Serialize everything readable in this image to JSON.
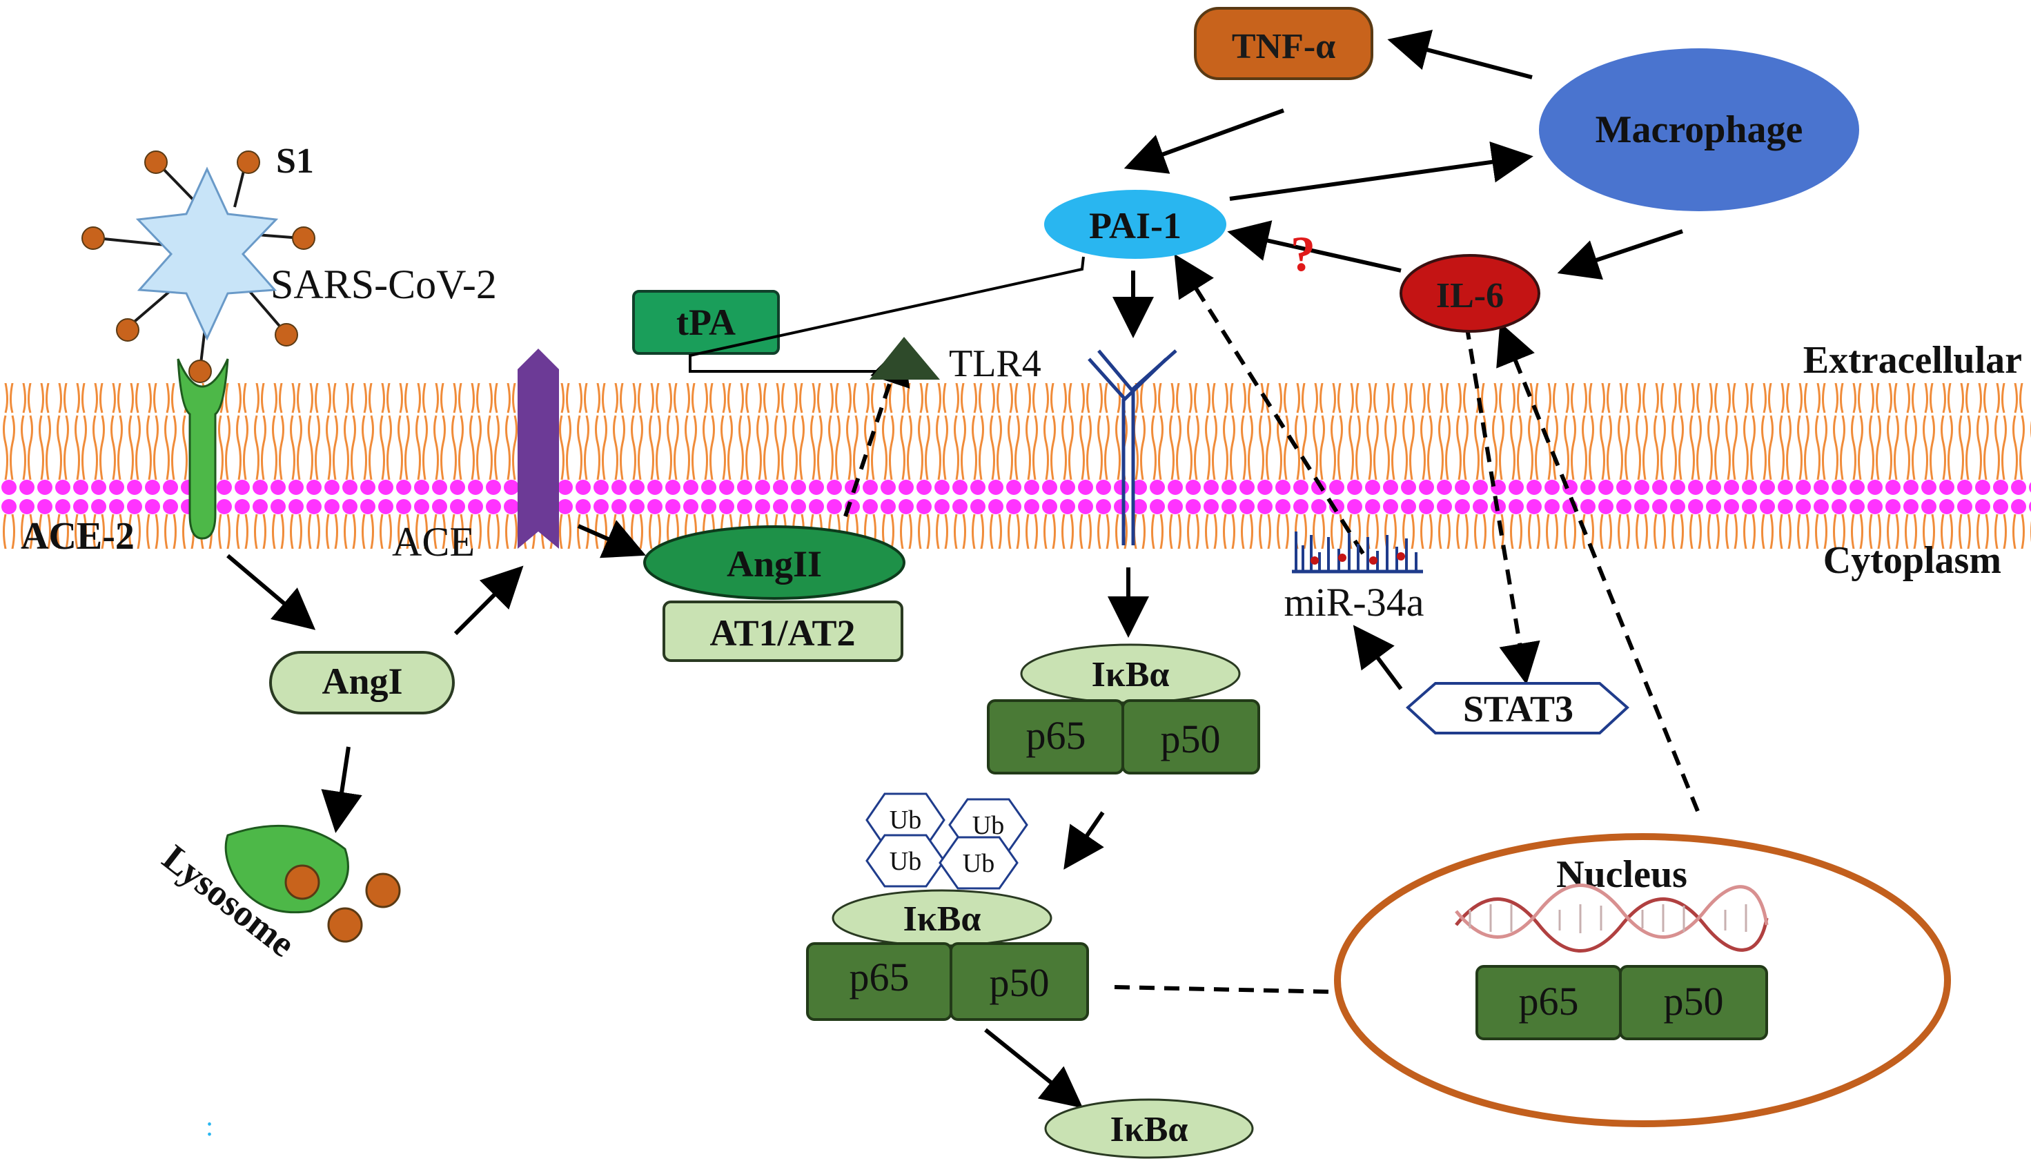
{
  "labels": {
    "tnf": "TNF-α",
    "macrophage": "Macrophage",
    "pai1": "PAI-1",
    "il6": "IL-6",
    "question": "?",
    "tpa": "tPA",
    "tlr4": "TLR4",
    "extracellular": "Extracellular",
    "cytoplasm": "Cytoplasm",
    "s1": "S1",
    "sars": "SARS-CoV-2",
    "ace2": "ACE-2",
    "ace": "ACE",
    "angii": "AngII",
    "at": "AT1/AT2",
    "angi": "AngI",
    "lysosome": "Lysosome",
    "mir": "miR-34a",
    "stat3": "STAT3",
    "ikba": "IκBα",
    "p65": "p65",
    "p50": "p50",
    "ub": "Ub",
    "nucleus": "Nucleus",
    "mark": ":"
  },
  "colors": {
    "tnf": "#c8631c",
    "macrophage": "#4a74cf",
    "pai1": "#29b6f0",
    "il6": "#c41414",
    "tpa": "#1a9e5a",
    "angii": "#1e9148",
    "light_green": "#c9e2b3",
    "dark_green": "#4a7a36",
    "ace2": "#4db848",
    "ace": "#6c3a96",
    "membrane_head": "#ff33ff",
    "membrane_tail": "#f08c3a",
    "nucleus_ring": "#c25f1d",
    "virus_fill": "#c8e4f8",
    "spike": "#c8631c",
    "tlr4": "#1f3c8c",
    "question": "#e01a1a"
  }
}
